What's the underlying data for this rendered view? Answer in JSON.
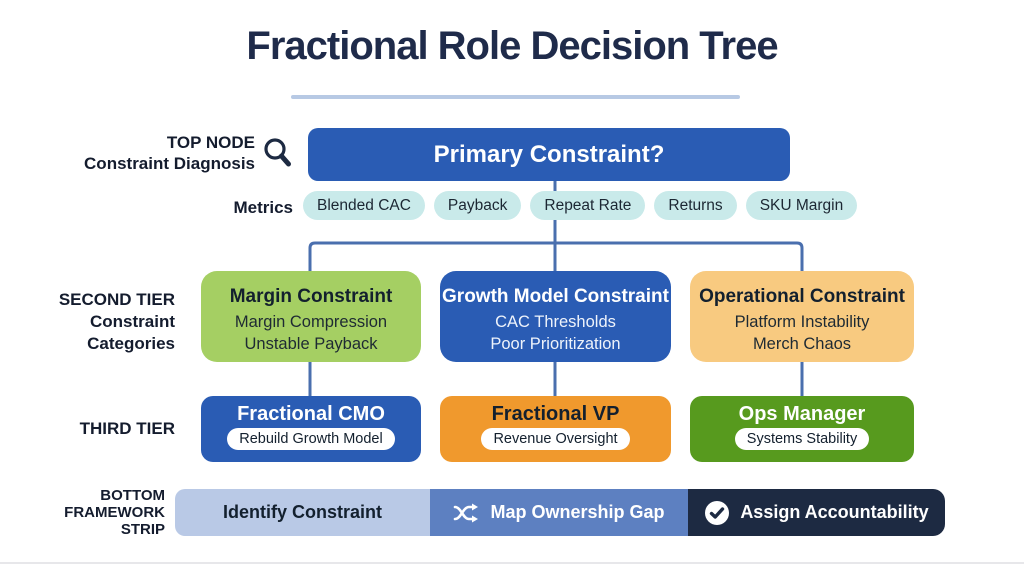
{
  "title": "Fractional Role Decision Tree",
  "top_node": {
    "label_line1": "TOP NODE",
    "label_line2": "Constraint Diagnosis",
    "icon": "magnifier-icon",
    "box_label": "Primary Constraint?"
  },
  "metrics": {
    "label": "Metrics",
    "pills": [
      "Blended CAC",
      "Payback",
      "Repeat Rate",
      "Returns",
      "SKU Margin"
    ]
  },
  "tiers": {
    "second": {
      "label_lines": [
        "SECOND TIER",
        "Constraint",
        "Categories"
      ],
      "boxes": [
        {
          "title": "Margin Constraint",
          "lines": [
            "Margin Compression",
            "Unstable Payback"
          ],
          "bg": "#a5cf63"
        },
        {
          "title": "Growth Model Constraint",
          "lines": [
            "CAC Thresholds",
            "Poor Prioritization"
          ],
          "bg": "#2a5cb4"
        },
        {
          "title": "Operational Constraint",
          "lines": [
            "Platform Instability",
            "Merch Chaos"
          ],
          "bg": "#f8ca80"
        }
      ]
    },
    "third": {
      "label": "THIRD TIER",
      "boxes": [
        {
          "title": "Fractional CMO",
          "pill": "Rebuild Growth Model",
          "bg": "#2a5cb4"
        },
        {
          "title": "Fractional VP",
          "pill": "Revenue Oversight",
          "bg": "#f0992d"
        },
        {
          "title": "Ops Manager",
          "pill": "Systems Stability",
          "bg": "#579a1e"
        }
      ]
    }
  },
  "bottom_strip": {
    "label_lines": [
      "BOTTOM",
      "FRAMEWORK",
      "STRIP"
    ],
    "segments": [
      {
        "label": "Identify Constraint",
        "icon": "none",
        "bg": "#b9c9e6"
      },
      {
        "label": "Map Ownership Gap",
        "icon": "shuffle-icon",
        "bg": "#5d80c1"
      },
      {
        "label": "Assign Accountability",
        "icon": "check-circle-icon",
        "bg": "#1d2a42"
      }
    ]
  },
  "colors": {
    "title_text": "#1f2b4a",
    "title_underline": "#b7c9e4",
    "primary_blue": "#2a5cb4",
    "light_green": "#a5cf63",
    "light_orange": "#f8ca80",
    "orange": "#f0992d",
    "olive_green": "#579a1e",
    "metrics_pill": "#c9eaea",
    "connector": "#4a6fae",
    "strip_light": "#b9c9e6",
    "strip_mid": "#5d80c1",
    "strip_dark": "#1d2a42"
  }
}
